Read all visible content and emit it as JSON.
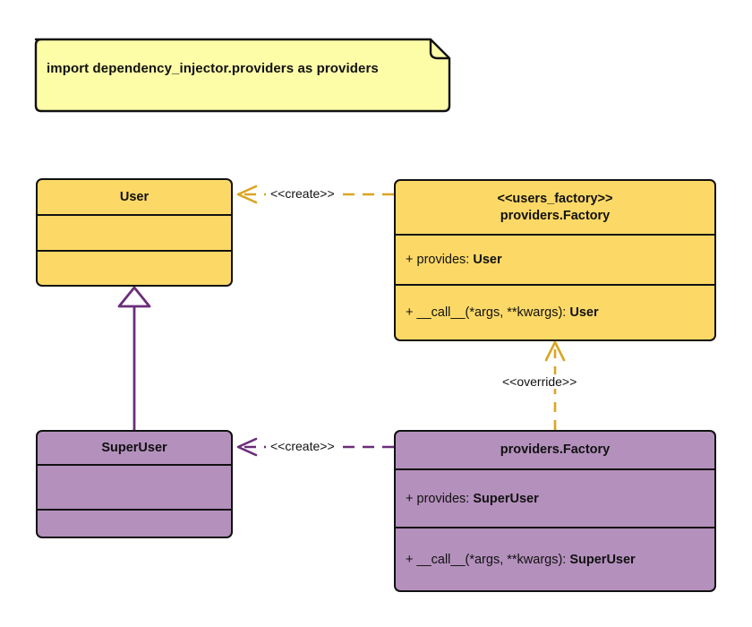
{
  "diagram": {
    "title": "dependency_injector providers.Factory UML class diagram",
    "colors": {
      "amber_fill": "#fcd966",
      "purple_fill": "#b490bc",
      "note_fill": "#fdfda8",
      "amber_edge": "#d9a521",
      "purple_edge": "#6b2d7a",
      "outline": "#111111",
      "background": "#ffffff"
    }
  },
  "note": {
    "text": "import dependency_injector.providers as providers"
  },
  "classes": {
    "user": {
      "name": "User",
      "attributes": [],
      "methods": []
    },
    "users_factory": {
      "stereotype": "<<users_factory>>",
      "name": "providers.Factory",
      "attributes": [
        {
          "visibility": "+",
          "label": "provides: ",
          "type": "User"
        }
      ],
      "methods": [
        {
          "visibility": "+",
          "label": "__call__(*args, **kwargs): ",
          "type": "User"
        }
      ]
    },
    "super_user": {
      "name": "SuperUser",
      "attributes": [],
      "methods": []
    },
    "super_user_factory": {
      "name": "providers.Factory",
      "attributes": [
        {
          "visibility": "+",
          "label": "provides: ",
          "type": "SuperUser"
        }
      ],
      "methods": [
        {
          "visibility": "+",
          "label": "__call__(*args, **kwargs): ",
          "type": "SuperUser"
        }
      ]
    }
  },
  "relations": {
    "create_user": {
      "label": "<<create>>",
      "kind": "dependency",
      "color": "#d9a521"
    },
    "create_super_user": {
      "label": "<<create>>",
      "kind": "dependency",
      "color": "#6b2d7a"
    },
    "override": {
      "label": "<<override>>",
      "kind": "dependency",
      "color": "#d9a521"
    },
    "inheritance": {
      "label": "",
      "kind": "generalization",
      "color": "#6b2d7a"
    }
  }
}
